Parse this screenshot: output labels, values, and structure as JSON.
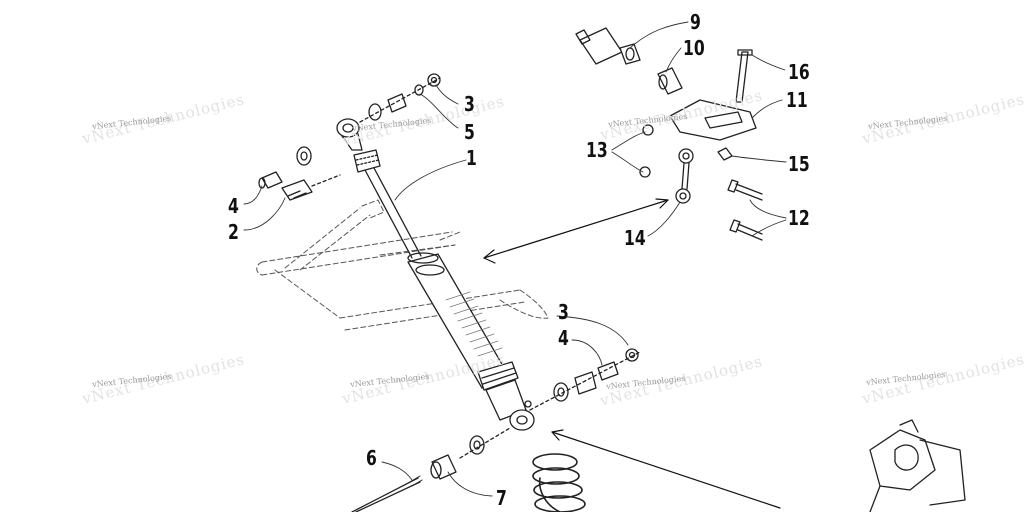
{
  "diagram": {
    "callouts": [
      "1",
      "2",
      "3",
      "4",
      "5",
      "6",
      "7",
      "9",
      "10",
      "11",
      "12",
      "13",
      "14",
      "15",
      "16",
      "3",
      "4"
    ],
    "watermark": "vNext Technologies"
  },
  "colors": {
    "ink": "#111111",
    "watermark": "#9a9a9a"
  }
}
